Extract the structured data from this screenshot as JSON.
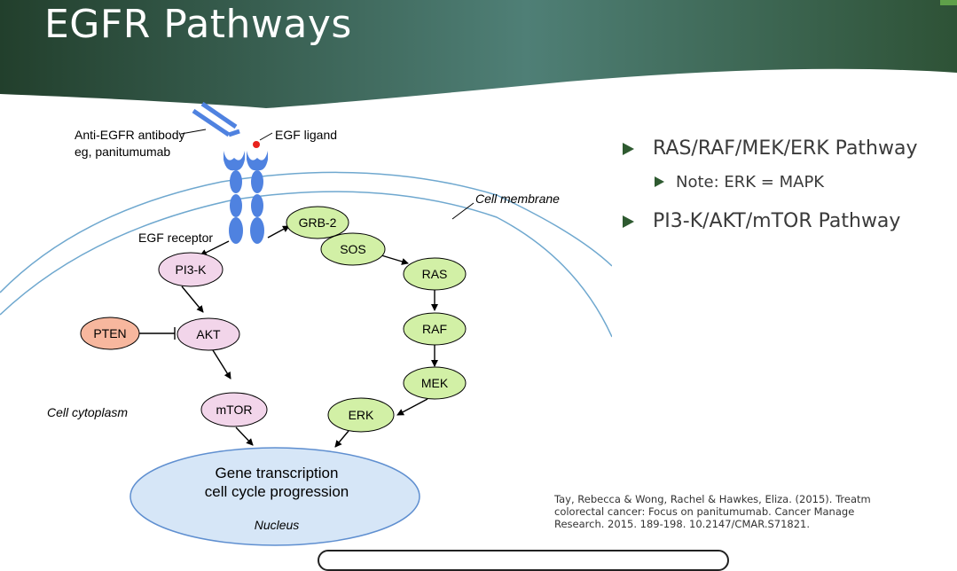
{
  "slide": {
    "title": "EGFR Pathways",
    "bullets": [
      {
        "text": "RAS/RAF/MEK/ERK Pathway",
        "level": 1
      },
      {
        "text": "Note: ERK = MAPK",
        "level": 2
      },
      {
        "text": "PI3-K/AKT/mTOR Pathway",
        "level": 1
      }
    ],
    "citation_lines": [
      "Tay, Rebecca & Wong, Rachel & Hawkes, Eliza. (2015). Treatm",
      "colorectal cancer: Focus on panitumumab. Cancer Manage",
      "Research. 2015. 189-198. 10.2147/CMAR.S71821."
    ]
  },
  "diagram": {
    "labels": {
      "antibody_line1": "Anti-EGFR antibody",
      "antibody_line2": "eg, panitumumab",
      "egf_ligand": "EGF ligand",
      "egf_receptor": "EGF receptor",
      "cell_membrane": "Cell membrane",
      "cell_cytoplasm": "Cell cytoplasm",
      "nucleus_line1": "Gene transcription",
      "nucleus_line2": "cell cycle progression",
      "nucleus": "Nucleus"
    },
    "nodes": {
      "pi3k": "PI3-K",
      "pten": "PTEN",
      "akt": "AKT",
      "mtor": "mTOR",
      "grb2": "GRB-2",
      "sos": "SOS",
      "ras": "RAS",
      "raf": "RAF",
      "mek": "MEK",
      "erk": "ERK"
    }
  },
  "colors": {
    "header_dark": "#2c4a36",
    "header_teal": "#4e7a70",
    "membrane_blue": "#6fa8cf",
    "receptor_blue": "#4f82e0",
    "pink_node": "#f2d5ea",
    "green_node": "#d2f0a6",
    "red_node": "#f7b79e",
    "nucleus_fill": "#d6e6f7",
    "ligand_red": "#e8221c"
  }
}
